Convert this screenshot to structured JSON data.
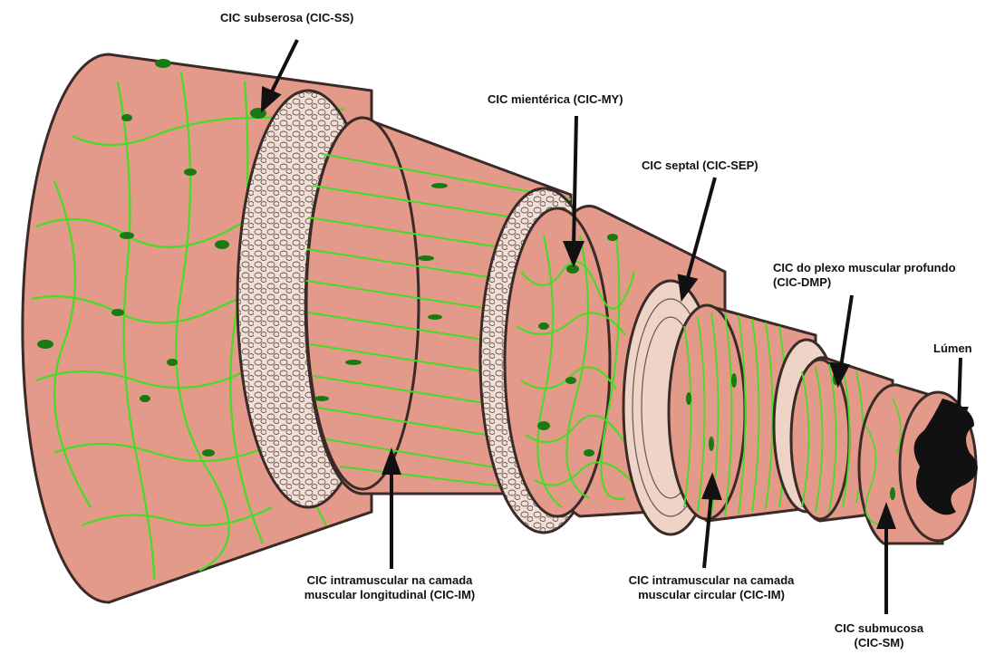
{
  "labels": {
    "cic_ss": "CIC subserosa (CIC-SS)",
    "cic_my": "CIC mientérica (CIC-MY)",
    "cic_sep": "CIC septal (CIC-SEP)",
    "cic_dmp": "CIC do plexo muscular profundo\n(CIC-DMP)",
    "lumen": "Lúmen",
    "cic_im_long": "CIC intramuscular na camada\nmuscular longitudinal (CIC-IM)",
    "cic_im_circ": "CIC intramuscular na camada\nmuscular circular (CIC-IM)",
    "cic_sm": "CIC submucosa\n(CIC-SM)"
  },
  "colors": {
    "tissue": "#e49a8a",
    "tissue_dark": "#c97a6a",
    "outline": "#3a2a28",
    "ring_fill": "#eed3c7",
    "cell_network": "#44dd22",
    "cell_body": "#1a7a12",
    "lumen": "#111111"
  }
}
